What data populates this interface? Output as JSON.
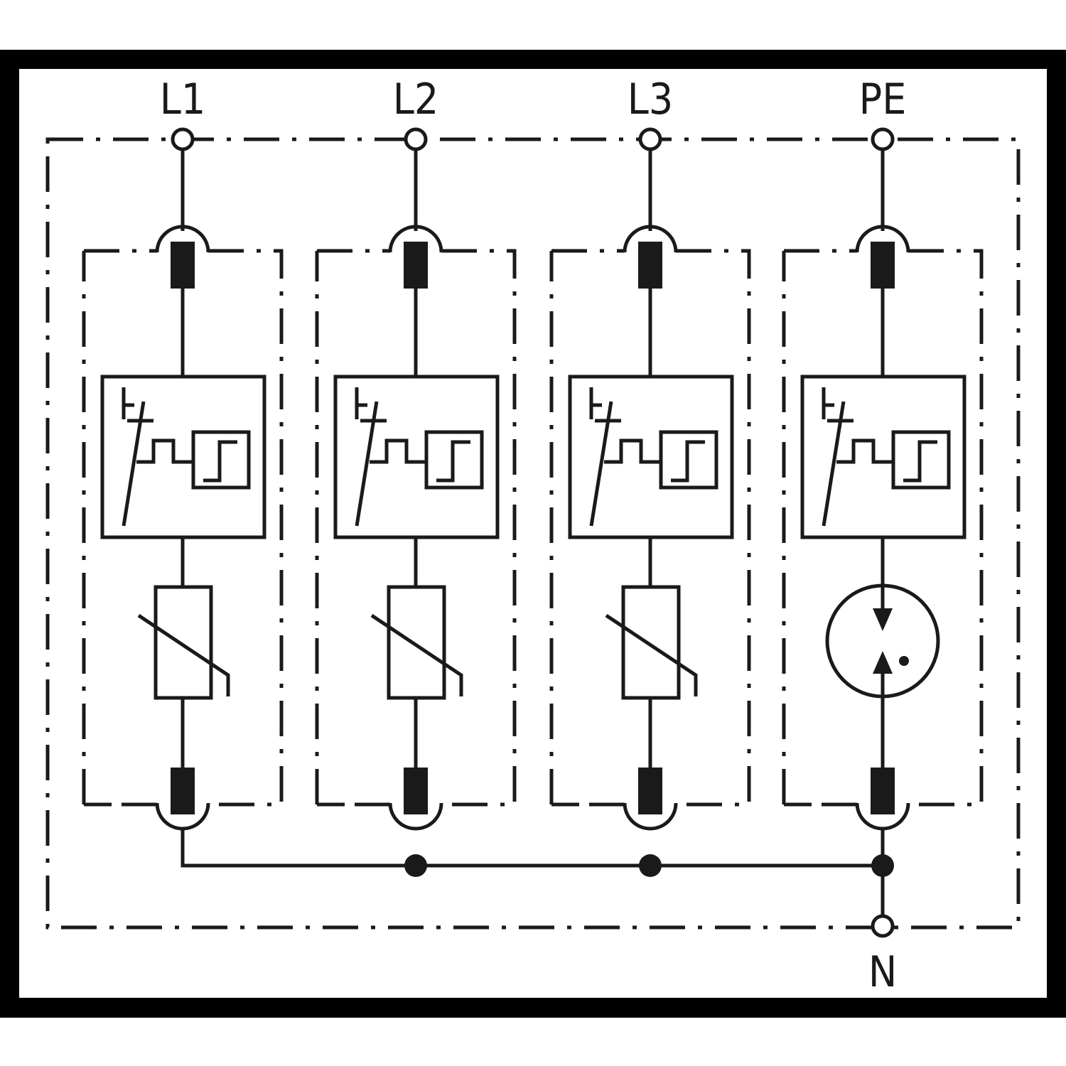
{
  "terminals": {
    "top": [
      "L1",
      "L2",
      "L3",
      "PE"
    ],
    "bottom": "N"
  },
  "colors": {
    "line": "#1a1a1a",
    "frame": "#000000",
    "background": "#ffffff"
  }
}
